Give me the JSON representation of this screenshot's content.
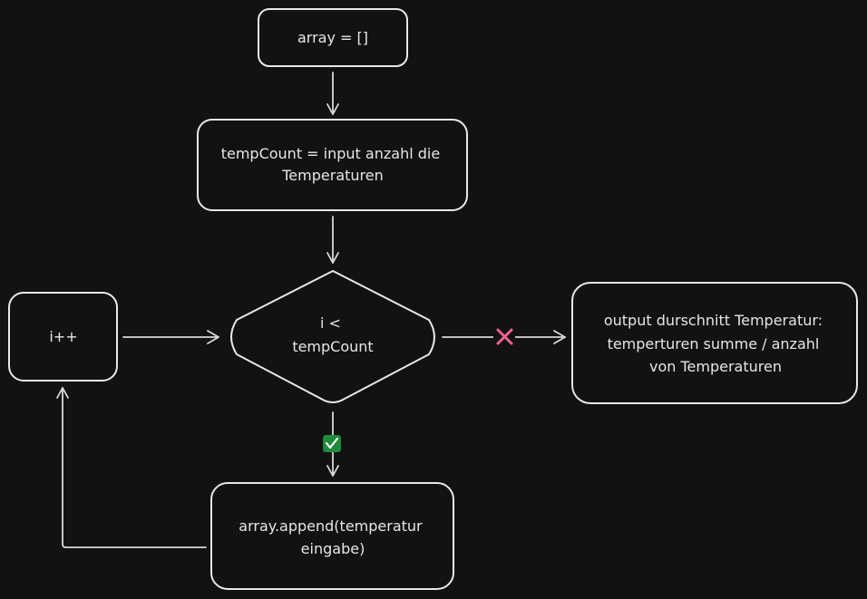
{
  "diagram": {
    "nodes": {
      "init": {
        "lines": [
          "array = []"
        ]
      },
      "temp_count": {
        "lines": [
          "tempCount = input anzahl die",
          "Temperaturen"
        ]
      },
      "condition": {
        "lines": [
          "i <",
          "tempCount"
        ]
      },
      "increment": {
        "lines": [
          "i++"
        ]
      },
      "output": {
        "lines": [
          "output durschnitt Temperatur:",
          "temperturen summe / anzahl",
          "von Temperaturen"
        ]
      },
      "append": {
        "lines": [
          "array.append(temperatur",
          "eingabe)"
        ]
      }
    },
    "edges": {
      "no_marker": {
        "icon": "cross-icon",
        "color": "#f06292"
      },
      "yes_marker": {
        "icon": "check-icon",
        "color": "#1f8a3a"
      }
    }
  },
  "colors": {
    "background": "#121212",
    "stroke": "#e8e8e8",
    "text": "#e6e6e6"
  }
}
